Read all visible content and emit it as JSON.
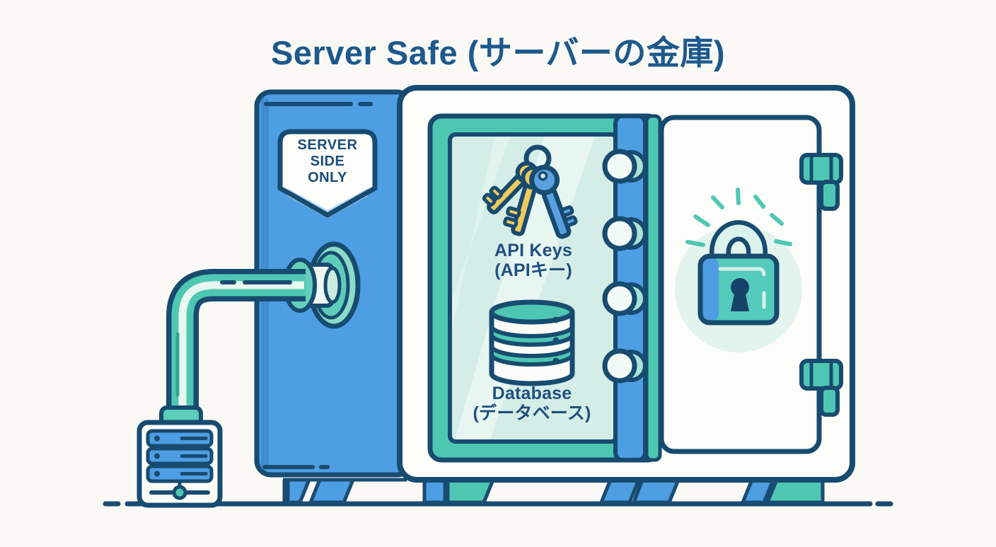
{
  "title": "Server Safe (サーバーの金庫)",
  "badge": {
    "lines": [
      "SERVER",
      "SIDE",
      "ONLY"
    ]
  },
  "safe_contents": {
    "api_keys": {
      "label": "API Keys",
      "label_ja": "(APIキー)",
      "icon": "keys-icon"
    },
    "database": {
      "label": "Database",
      "label_ja": "(データベース)",
      "icon": "database-icon"
    }
  },
  "door": {
    "icon": "padlock-icon"
  },
  "connection": {
    "icon": "server-icon",
    "via": "cable-pipe"
  },
  "palette": {
    "background": "#faf9f6",
    "outline_navy": "#174b70",
    "title_blue": "#1d598c",
    "panel_blue": "#4d9ee3",
    "teal": "#4ec7b2",
    "glass_mint": "#d5ede7",
    "glow_mint": "#e3f3ed",
    "key_yellow": "#f0c95c",
    "key_blue": "#5ba0de",
    "badge_chevron_blue": "#b5d7f2",
    "safe_white": "#fcfcf9"
  }
}
